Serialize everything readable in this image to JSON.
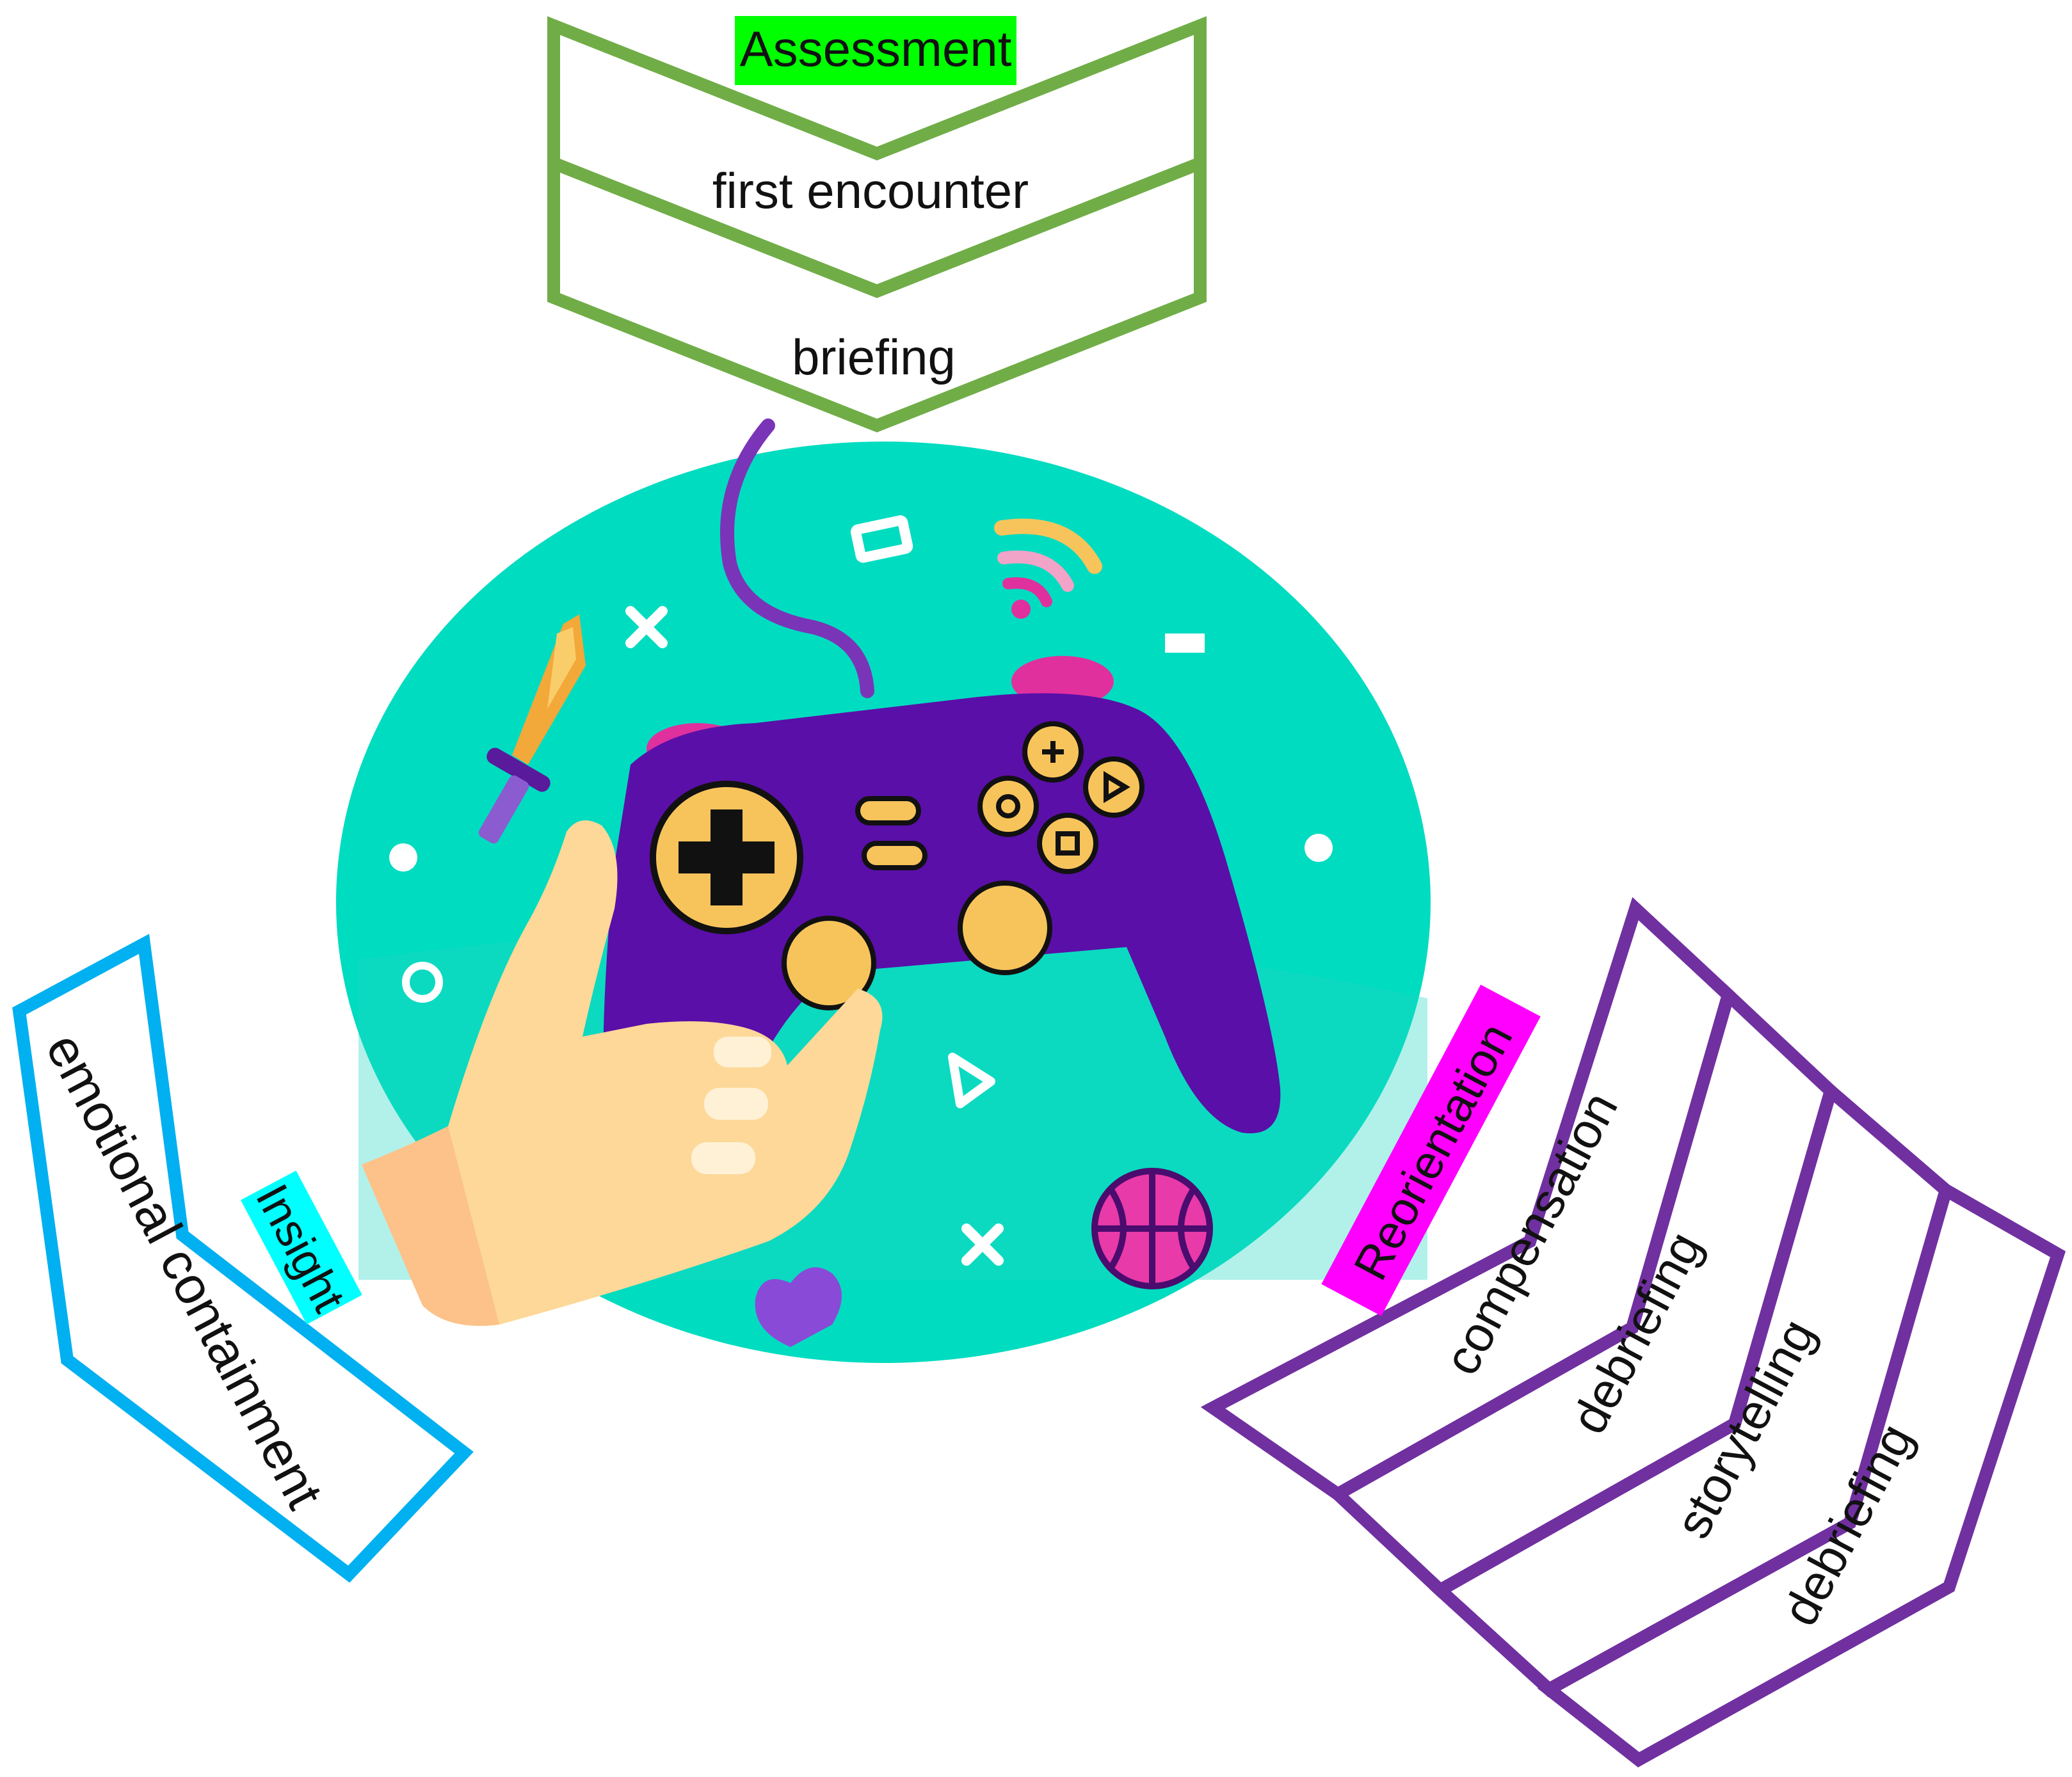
{
  "diagram": {
    "assessment": {
      "title": "Assessment",
      "title_bg": "#00ff00",
      "stroke": "#70ad47",
      "steps": [
        "first encounter",
        "briefing"
      ]
    },
    "insight": {
      "title": "Insight",
      "title_bg": "#00ffff",
      "stroke": "#00b0f0",
      "steps": [
        "emotional containment"
      ]
    },
    "reorientation": {
      "title": "Reorientation",
      "title_bg": "#ff00ff",
      "stroke": "#7030a0",
      "steps": [
        "compensation",
        "debriefing",
        "storytelling",
        "debriefing"
      ]
    }
  },
  "illustration": {
    "subject": "hand holding game controller",
    "colors": {
      "circle": "#00dcc0",
      "controller": "#5a0fa8",
      "button": "#f7c45c",
      "accent": "#e0309e"
    }
  }
}
